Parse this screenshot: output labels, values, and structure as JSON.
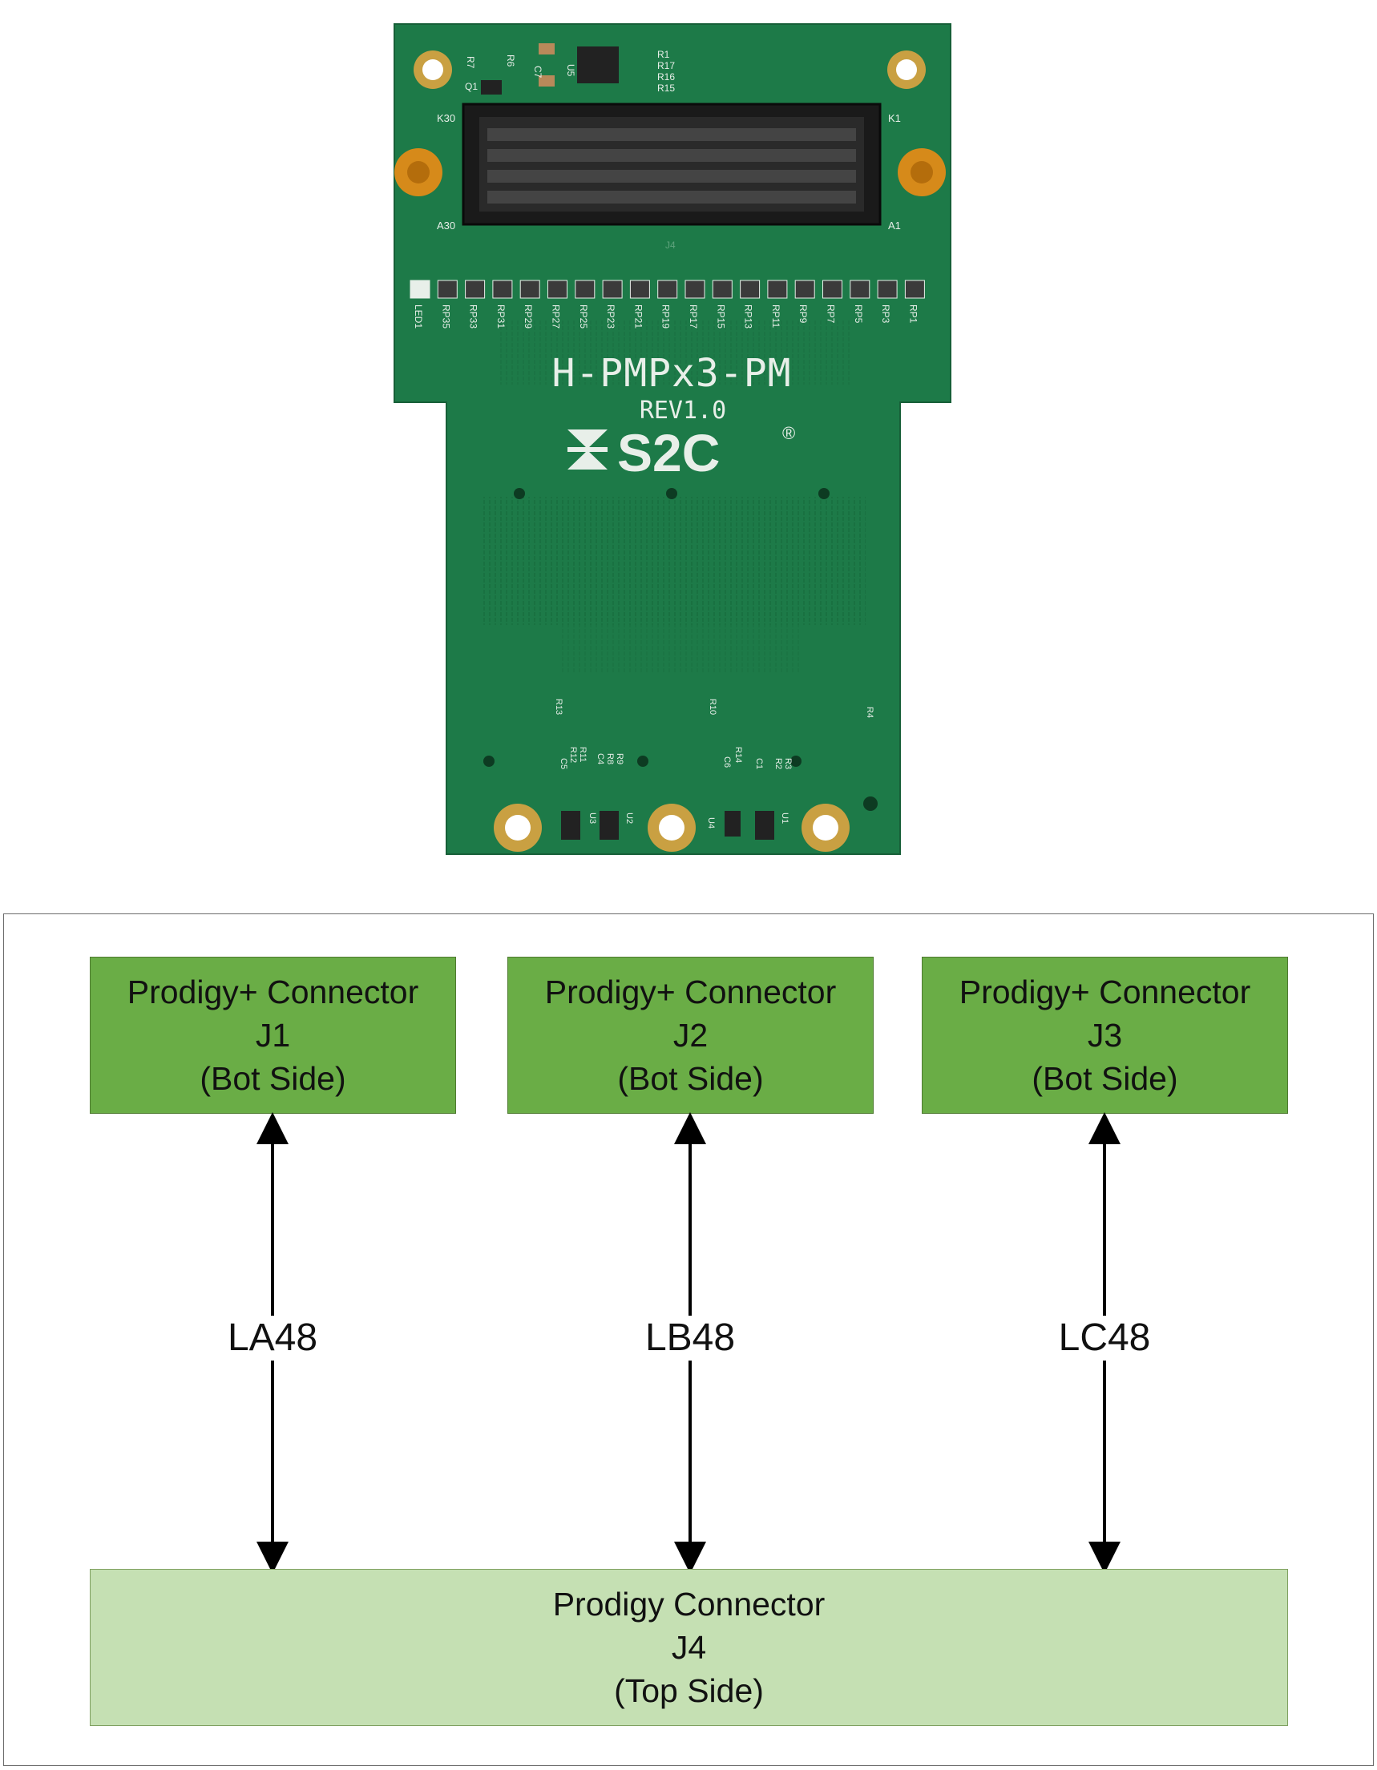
{
  "board": {
    "title": "H-PMPx3-PM",
    "revision": "REV1.0",
    "logo": "S2C",
    "logo_mark": "®",
    "connector_ref": "J4",
    "pin_labels": {
      "top_left": "K30",
      "bottom_left": "A30",
      "top_right": "K1",
      "bottom_right": "A1"
    },
    "top_parts": [
      "R7",
      "R6",
      "Q1",
      "C7",
      "U5",
      "R1",
      "R17",
      "R16",
      "R15"
    ],
    "resistor_packs": [
      "LED1",
      "RP35",
      "RP33",
      "RP31",
      "RP29",
      "RP27",
      "RP25",
      "RP23",
      "RP21",
      "RP19",
      "RP17",
      "RP15",
      "RP13",
      "RP11",
      "RP9",
      "RP7",
      "RP5",
      "RP3",
      "RP1"
    ],
    "lower_parts": [
      "R13",
      "R10",
      "R4",
      "R12",
      "R11",
      "C5",
      "R9",
      "R8",
      "C4",
      "R14",
      "C6",
      "R2",
      "R3",
      "C1",
      "U3",
      "U2",
      "U4",
      "U1"
    ],
    "colors": {
      "pcb": "#1d7a48",
      "silkscreen": "#e8efe9",
      "gold": "#c9a042",
      "orange": "#d68a1a"
    }
  },
  "diagram": {
    "top_connectors": [
      {
        "line1": "Prodigy+ Connector",
        "line2": "J1",
        "line3": "(Bot Side)"
      },
      {
        "line1": "Prodigy+ Connector",
        "line2": "J2",
        "line3": "(Bot Side)"
      },
      {
        "line1": "Prodigy+ Connector",
        "line2": "J3",
        "line3": "(Bot Side)"
      }
    ],
    "buses": [
      "LA48",
      "LB48",
      "LC48"
    ],
    "bottom_connector": {
      "line1": "Prodigy Connector",
      "line2": "J4",
      "line3": "(Top Side)"
    },
    "colors": {
      "dark_box": "#6aad46",
      "light_box": "#c5e0b3",
      "arrow": "#000000"
    }
  }
}
